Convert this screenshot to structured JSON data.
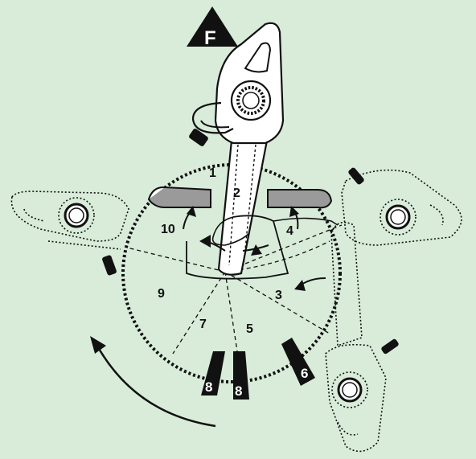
{
  "direction_marker": "F",
  "sector_labels": [
    "1",
    "2",
    "3",
    "4",
    "5",
    "7",
    "9",
    "10"
  ],
  "wedge_labels": [
    "6",
    "8",
    "8"
  ],
  "colors": {
    "background": "#d8ecd9",
    "ink": "#111111",
    "bar_fill": "#9a9a9a"
  },
  "icons": [
    "warning-triangle-icon",
    "chainsaw-icon",
    "rotation-arrow-icon"
  ]
}
